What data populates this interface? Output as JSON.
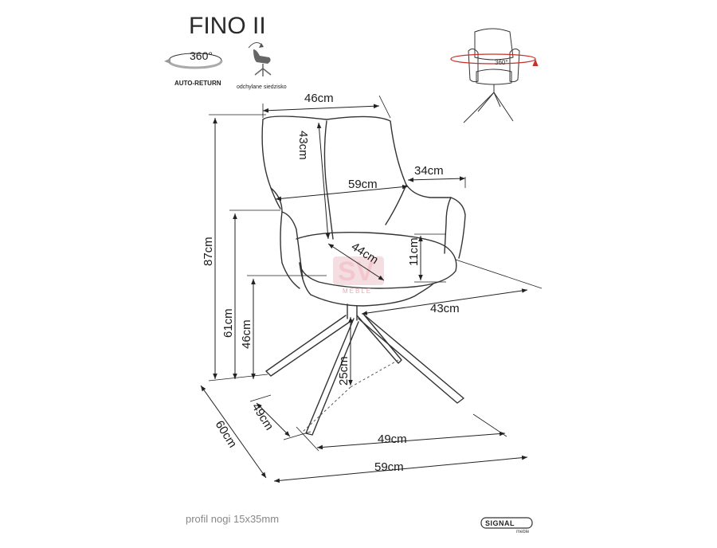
{
  "product": {
    "title": "FINO II",
    "feature_rotation_label": "360°",
    "feature_autoreturn_label": "AUTO-RETURN",
    "feature_recline_label": "odchylane siedzisko",
    "preview_rotation_label": "360°"
  },
  "dimensions": {
    "back_width": "46cm",
    "back_height": "43cm",
    "overall_width": "59cm",
    "armrest_depth": "34cm",
    "total_height": "87cm",
    "seat_diagonal": "44cm",
    "seat_thickness": "11cm",
    "armrest_height": "61cm",
    "seat_depth": "43cm",
    "seat_height": "46cm",
    "leg_height": "25cm",
    "base_depth": "49cm",
    "base_width": "49cm",
    "total_depth": "60cm",
    "total_width": "59cm"
  },
  "footer": {
    "leg_profile": "profil nogi 15x35mm",
    "brand": "SIGNAL",
    "brand_sub": "meble"
  },
  "watermark": {
    "text": "SV",
    "sub": "MEBLE"
  }
}
